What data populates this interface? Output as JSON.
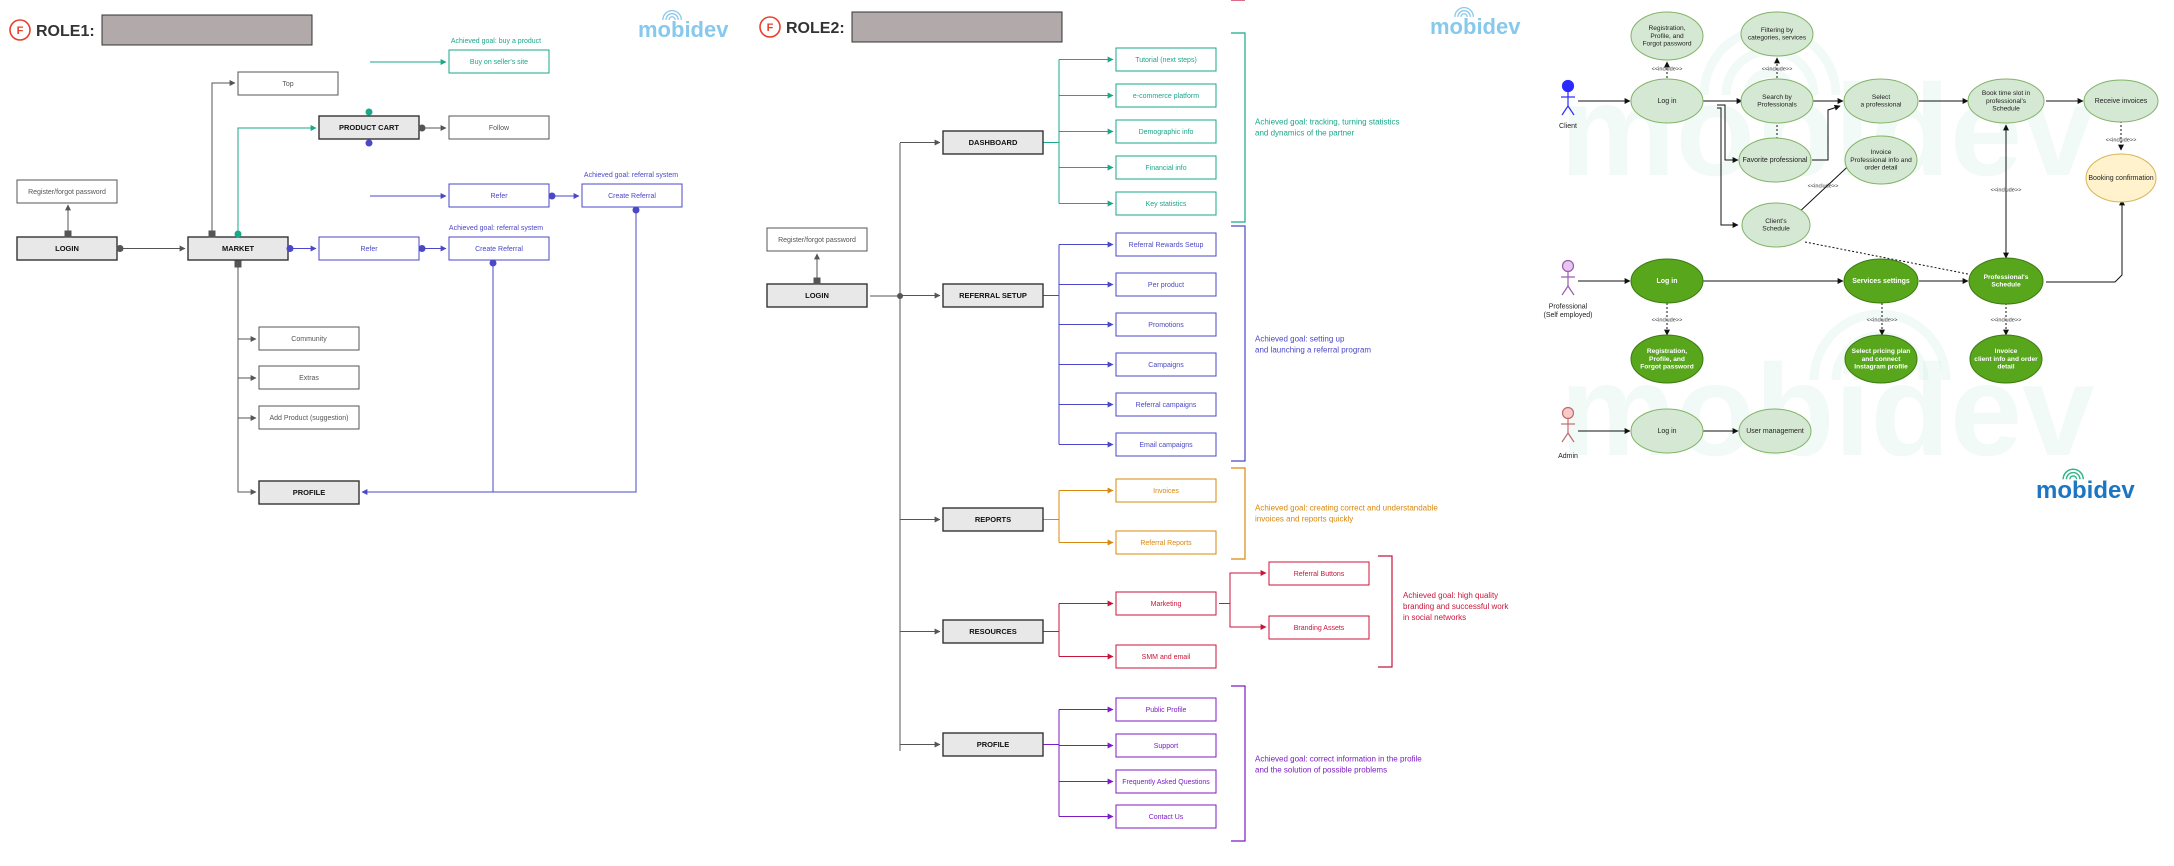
{
  "brand": "mobidev",
  "colors": {
    "gray": "#555555",
    "teal": "#1aa78a",
    "blue": "#4a48c8",
    "orange": "#d9880e",
    "red": "#c8163a",
    "purple": "#7d1bc6",
    "ucLight": "#d5e8d4",
    "ucDark": "#57a61c",
    "ucYellow": "#fff2cc",
    "watermark": "#87c9ec",
    "logoBlue": "#1d76c2",
    "logoGreen": "#2fb68a"
  },
  "role1": {
    "heading": "ROLE1:",
    "login": "LOGIN",
    "register": "Register/forgot password",
    "market": "MARKET",
    "top": "Top",
    "productCart": "PRODUCT CART",
    "follow": "Follow",
    "buyGoal": "Achieved goal: buy a product",
    "buySite": "Buy on seller's site",
    "refer": "Refer",
    "createReferral": "Create Referral",
    "goalReferral": "Achieved goal: referral system",
    "community": "Community",
    "extras": "Extras",
    "addProduct": "Add Product (suggestion)",
    "profile": "PROFILE"
  },
  "role2": {
    "heading": "ROLE2:",
    "register": "Register/forgot password",
    "login": "LOGIN",
    "dashboard": {
      "label": "DASHBOARD",
      "items": [
        "Tutorial (next steps)",
        "e-commerce platform",
        "Demographic info",
        "Financial info",
        "Key statistics"
      ],
      "goal": [
        "Achieved goal: tracking, turning statistics",
        "and dynamics of the partner"
      ]
    },
    "referral": {
      "label": "REFERRAL SETUP",
      "items": [
        "Referral Rewards Setup",
        "Per product",
        "Promotions",
        "Campaigns",
        "Referral campaigns",
        "Email campaigns"
      ],
      "goal": [
        "Achieved goal: setting up",
        "and launching a referral program"
      ]
    },
    "reports": {
      "label": "REPORTS",
      "items": [
        "Invoices",
        "Referral Reports"
      ],
      "goal": [
        "Achieved goal: creating correct and understandable",
        "invoices and reports quickly"
      ]
    },
    "resources": {
      "label": "RESOURCES",
      "items": [
        "Marketing",
        "SMM and email"
      ],
      "sub": [
        "Referral Buttons",
        "Branding Assets"
      ],
      "goal": [
        "Achieved goal: high quality",
        "branding and successful work",
        "in social networks"
      ]
    },
    "profile": {
      "label": "PROFILE",
      "items": [
        "Public Profile",
        "Support",
        "Frequently Asked Questions",
        "Contact Us"
      ],
      "goal": [
        "Achieved goal: correct information in the profile",
        "and the solution of possible problems"
      ]
    }
  },
  "usecase": {
    "actors": {
      "client": "Client",
      "professional": [
        "Professional",
        "(Self employed)"
      ],
      "admin": "Admin"
    },
    "include": "<<include>>",
    "nodes": {
      "regTop": [
        "Registration,",
        "Profile, and",
        "Forgot password"
      ],
      "filter": [
        "Filtering by",
        "categories, services"
      ],
      "login": "Log in",
      "search": [
        "Search by",
        "Professionals"
      ],
      "select": [
        "Select",
        "a professional"
      ],
      "book": [
        "Book time slot in",
        "professional's",
        "Schedule"
      ],
      "receive": "Receive invoices",
      "favorite": "Favorite professional",
      "invoiceTop": [
        "Invoice",
        "Professional info and",
        "order detail"
      ],
      "booking": "Booking confirmation",
      "clientSchedule": [
        "Client's",
        "Schedule"
      ],
      "profLogin": "Log in",
      "services": "Services settings",
      "profSchedule": [
        "Professional's",
        "Schedule"
      ],
      "regBottom": [
        "Registration,",
        "Profile, and",
        "Forgot password"
      ],
      "pricing": [
        "Select pricing plan",
        "and connect",
        "Instagram profile"
      ],
      "invoiceBottom": [
        "Invoice",
        "client info and order",
        "detail"
      ],
      "adminLogin": "Log in",
      "userManagement": "User management"
    }
  }
}
